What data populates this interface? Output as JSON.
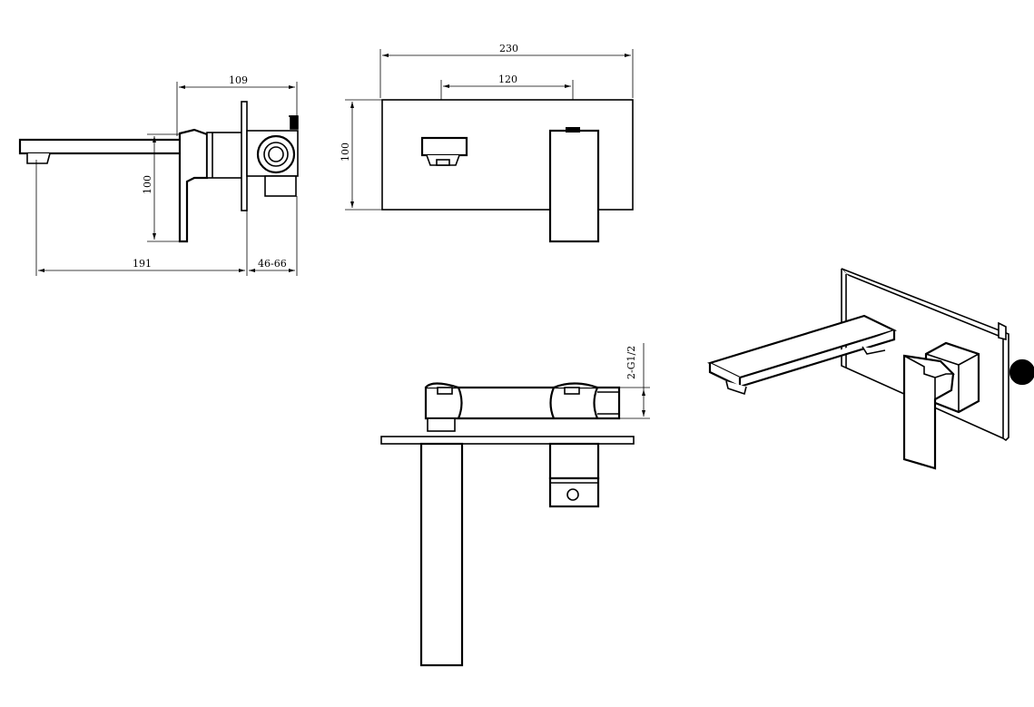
{
  "dimensions": {
    "side_width": "109",
    "side_height": "100",
    "side_spout_length": "191",
    "side_wall_depth": "46-66",
    "front_width": "230",
    "front_spacing": "120",
    "front_height": "100",
    "bottom_thread": "2-G1/2"
  },
  "colors": {
    "line": "#000000",
    "background": "#ffffff"
  }
}
